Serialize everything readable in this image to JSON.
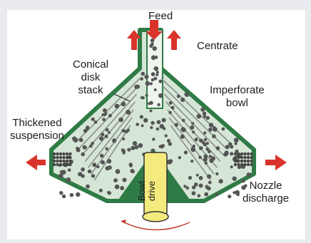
{
  "labels": {
    "feed": "Feed",
    "centrate": "Centrate",
    "conical_disk_stack": [
      "Conical",
      "disk",
      "stack"
    ],
    "imperforate_bowl": [
      "Imperforate",
      "bowl"
    ],
    "thickened_suspension": [
      "Thickened",
      "suspension"
    ],
    "nozzle_discharge": [
      "Nozzle",
      "discharge"
    ],
    "bowl_drive": [
      "Bowl",
      "drive"
    ]
  },
  "colors": {
    "background": "#e9ebee",
    "panel": "#ffffff",
    "bowl_wall": "#2f7b45",
    "bowl_fill": "#d6e6d6",
    "disk_line": "#8a8f8a",
    "particle": "#555555",
    "arrow": "#d9332b",
    "drive_shaft": "#f4eb7e",
    "rotation_arrow": "#c0392b"
  },
  "icons": {
    "feed_arrow": "arrow-down-icon",
    "centrate_arrows": "arrow-up-icon",
    "side_arrows": "arrow-horizontal-icon",
    "rotation": "rotation-arrow-icon"
  }
}
